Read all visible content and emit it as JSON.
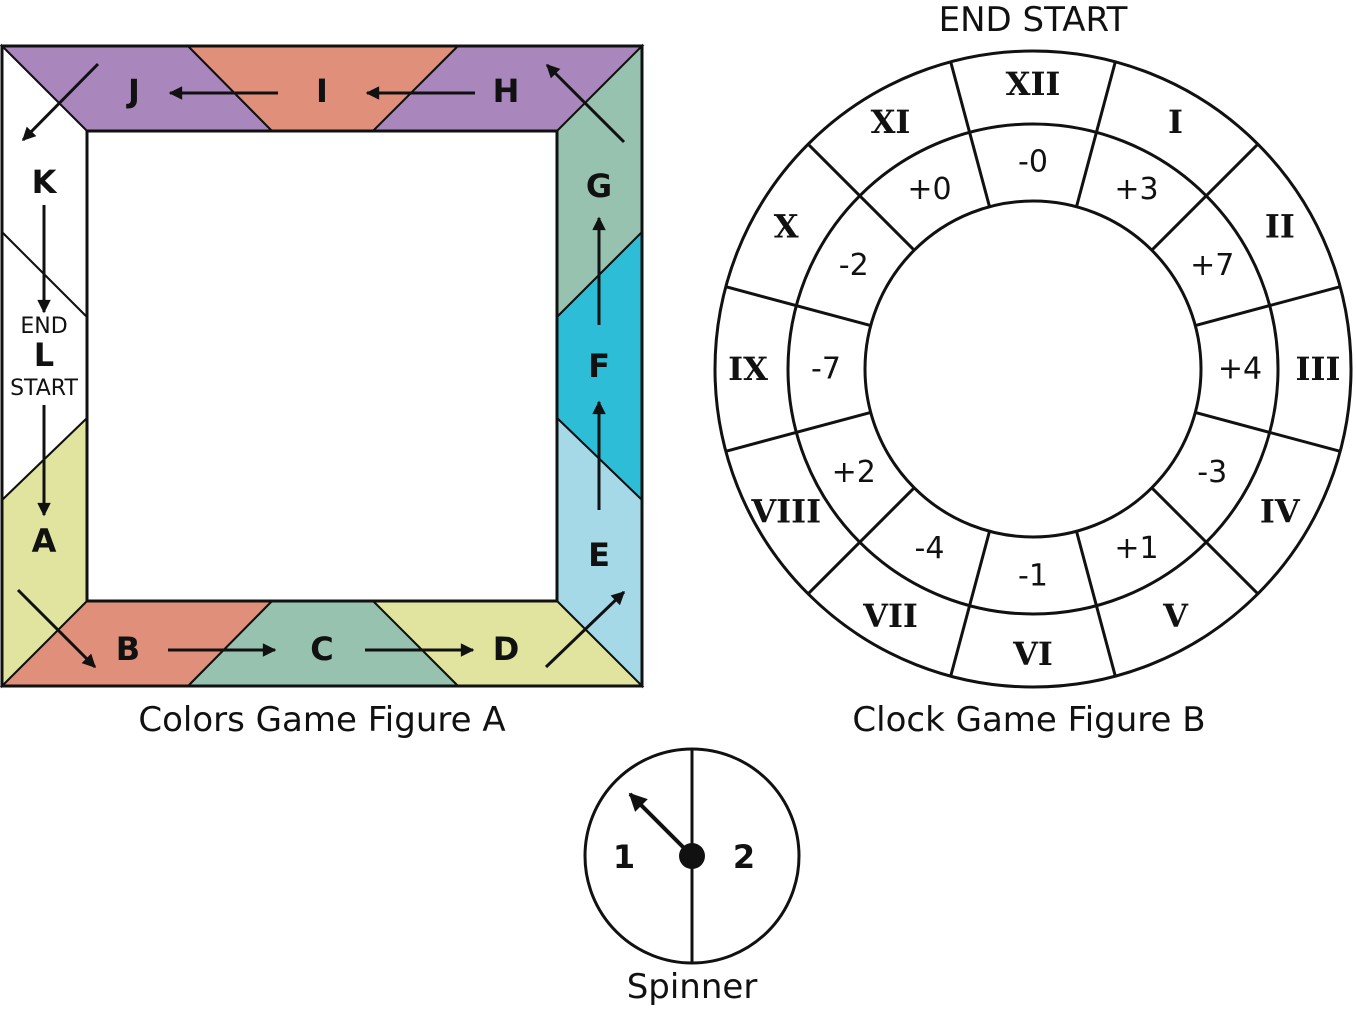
{
  "colors": {
    "purple": "#a987bd",
    "salmon": "#e0907a",
    "teal": "#97c2b0",
    "cyan": "#2ebdd6",
    "lightblue": "#a6d9e8",
    "yellowgreen": "#e0e49e",
    "white": "#ffffff",
    "stroke": "#111111"
  },
  "colors_game": {
    "caption": "Colors Game Figure A",
    "squares": [
      {
        "id": "A",
        "label": "A",
        "color": "yellowgreen"
      },
      {
        "id": "B",
        "label": "B",
        "color": "salmon"
      },
      {
        "id": "C",
        "label": "C",
        "color": "teal"
      },
      {
        "id": "D",
        "label": "D",
        "color": "yellowgreen"
      },
      {
        "id": "E",
        "label": "E",
        "color": "lightblue"
      },
      {
        "id": "F",
        "label": "F",
        "color": "cyan"
      },
      {
        "id": "G",
        "label": "G",
        "color": "teal"
      },
      {
        "id": "H",
        "label": "H",
        "color": "purple"
      },
      {
        "id": "I",
        "label": "I",
        "color": "salmon"
      },
      {
        "id": "J",
        "label": "J",
        "color": "purple"
      },
      {
        "id": "K",
        "label": "K",
        "color": "white"
      },
      {
        "id": "L",
        "label": "L",
        "color": "white"
      }
    ],
    "end_label": "END",
    "start_label": "START"
  },
  "clock_game": {
    "caption": "Clock Game Figure B",
    "top_label": "END START",
    "sectors": [
      {
        "roman": "XII",
        "mod": "-0"
      },
      {
        "roman": "I",
        "mod": "+3"
      },
      {
        "roman": "II",
        "mod": "+7"
      },
      {
        "roman": "III",
        "mod": "+4"
      },
      {
        "roman": "IV",
        "mod": "-3"
      },
      {
        "roman": "V",
        "mod": "+1"
      },
      {
        "roman": "VI",
        "mod": "-1"
      },
      {
        "roman": "VII",
        "mod": "-4"
      },
      {
        "roman": "VIII",
        "mod": "+2"
      },
      {
        "roman": "IX",
        "mod": "-7"
      },
      {
        "roman": "X",
        "mod": "-2"
      },
      {
        "roman": "XI",
        "mod": "+0"
      }
    ]
  },
  "spinner": {
    "caption": "Spinner",
    "left_number": "1",
    "right_number": "2"
  }
}
